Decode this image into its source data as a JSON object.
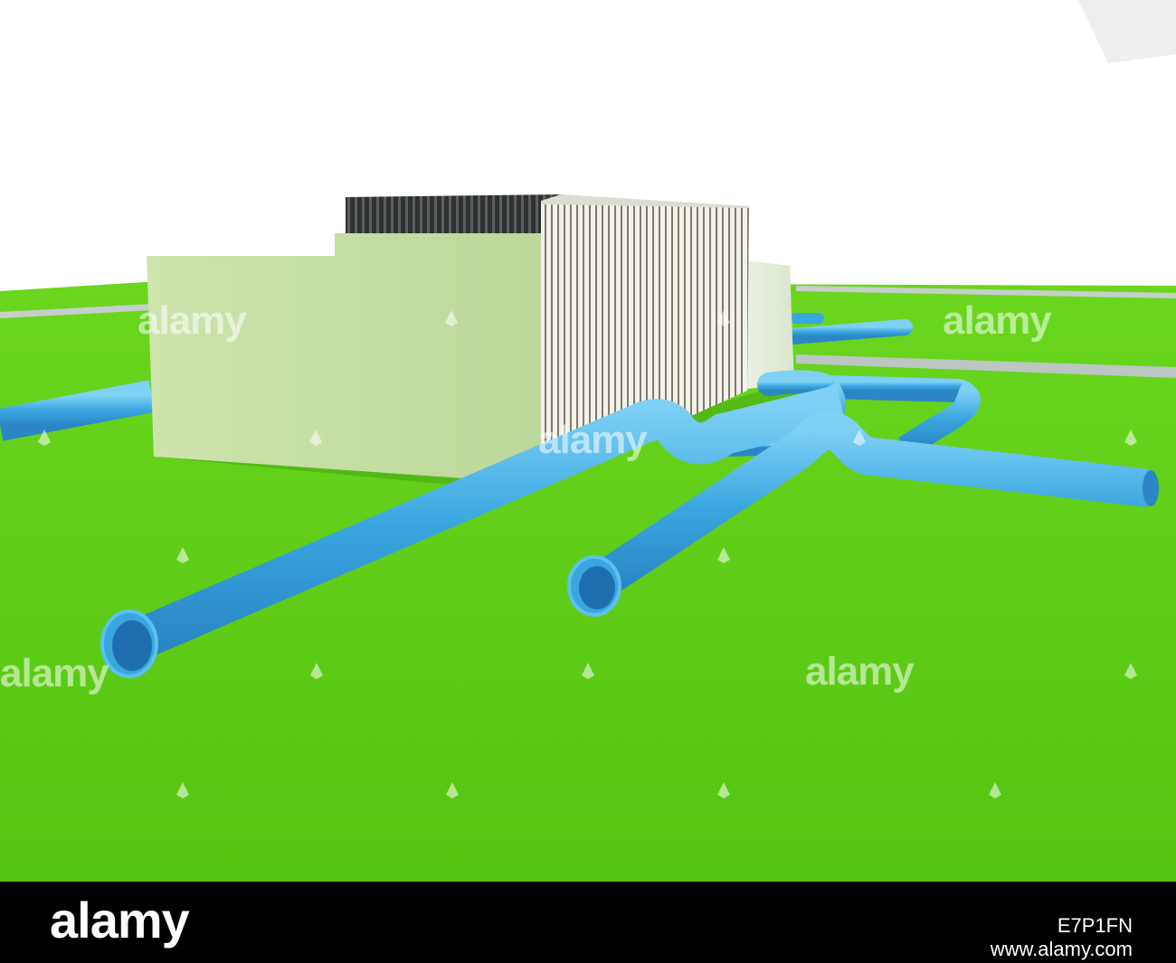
{
  "watermark": {
    "text": "alamy"
  },
  "footer": {
    "logo": "alamy",
    "image_id": "E7P1FN",
    "url": "www.alamy.com"
  },
  "colors": {
    "grass": "#5fd21a",
    "building": "#c9e0a6",
    "pipe": "#3aa6e0",
    "road": "#b9c4c0",
    "footer_bg": "#000000"
  }
}
